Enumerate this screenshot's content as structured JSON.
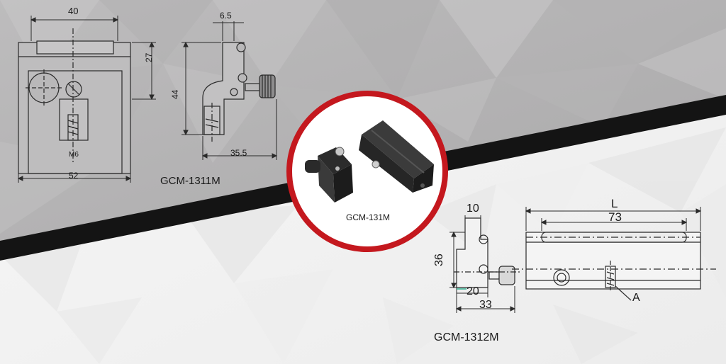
{
  "drawing_1311": {
    "model": "GCM-1311M",
    "dim_width_top": "40",
    "dim_width_bottom": "52",
    "dim_height_right": "27",
    "thread": "M6"
  },
  "drawing_1311_side": {
    "dim_top": "6.5",
    "dim_height": "44",
    "dim_width_bottom": "35.5"
  },
  "photo": {
    "caption": "GCM-131M"
  },
  "drawing_1312": {
    "model": "GCM-1312M",
    "dim_top": "10",
    "dim_height": "36",
    "dim_inner": "20",
    "dim_width": "33",
    "dim_length_label": "L",
    "dim_length": "73",
    "callout": "A"
  },
  "colors": {
    "banner_gray": "#b9b8b9",
    "stripe_black": "#141414",
    "ring_red": "#c4181e",
    "line": "#2a2a2a"
  }
}
